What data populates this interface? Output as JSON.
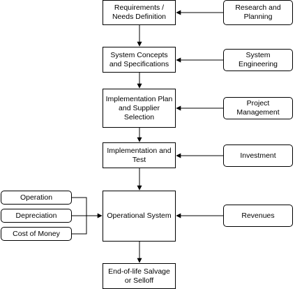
{
  "main_flow": [
    {
      "id": "requirements",
      "label": "Requirements / Needs Definition"
    },
    {
      "id": "concepts",
      "label": "System Concepts and Specifications"
    },
    {
      "id": "implementation-plan",
      "label": "Implementation Plan and Supplier Selection"
    },
    {
      "id": "implementation-test",
      "label": "Implementation and Test"
    },
    {
      "id": "operational-system",
      "label": "Operational System"
    },
    {
      "id": "end-of-life",
      "label": "End-of-life Salvage or Selloff"
    }
  ],
  "inputs_right": [
    {
      "id": "research",
      "label": "Research and Planning",
      "target": "requirements"
    },
    {
      "id": "system-engineering",
      "label": "System Engineering",
      "target": "concepts"
    },
    {
      "id": "project-management",
      "label": "Project Management",
      "target": "implementation-plan"
    },
    {
      "id": "investment",
      "label": "Investment",
      "target": "implementation-test"
    },
    {
      "id": "revenues",
      "label": "Revenues",
      "target": "operational-system"
    }
  ],
  "inputs_left": [
    {
      "id": "operation",
      "label": "Operation"
    },
    {
      "id": "depreciation",
      "label": "Depreciation"
    },
    {
      "id": "cost-of-money",
      "label": "Cost of Money"
    }
  ]
}
